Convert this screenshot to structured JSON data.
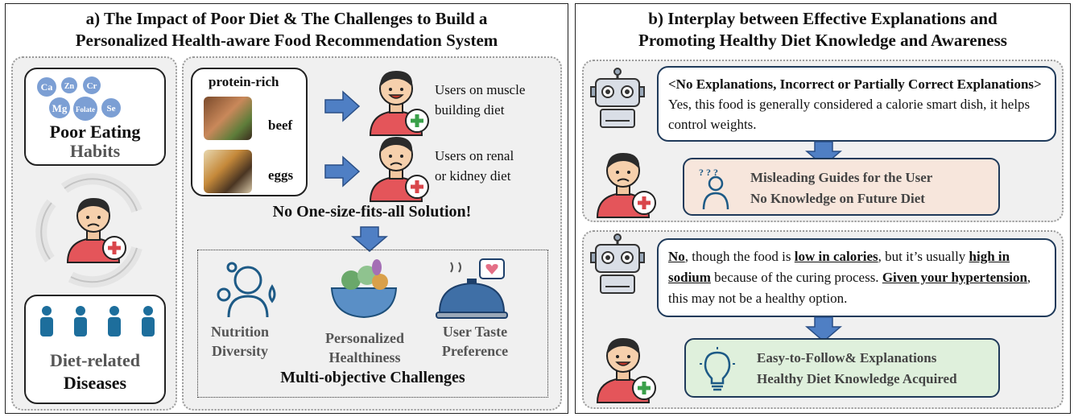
{
  "panel_a": {
    "title_line1": "a) The Impact of Poor Diet & The Challenges to Build a",
    "title_line2": "Personalized Health-aware Food Recommendation System",
    "nutrients": [
      "Ca",
      "Zn",
      "Cr",
      "Mg",
      "Folate",
      "Se"
    ],
    "poor_eating_line1": "Poor Eating",
    "poor_eating_line2": "Habits",
    "disease_line1": "Diet-related",
    "disease_line2": "Diseases",
    "food_header": "protein-rich",
    "food_item1": "beef",
    "food_item2": "eggs",
    "user1_line1": "Users on muscle",
    "user1_line2": "building diet",
    "user2_line1": "Users on renal",
    "user2_line2": "or kidney diet",
    "no_one_size": "No One-size-fits-all Solution!",
    "challenge1_line1": "Nutrition",
    "challenge1_line2": "Diversity",
    "challenge2_line1": "Personalized",
    "challenge2_line2": "Healthiness",
    "challenge3_line1": "User Taste",
    "challenge3_line2": "Preference",
    "multi_objective": "Multi-objective Challenges"
  },
  "panel_b": {
    "title_line1": "b) Interplay between Effective Explanations and",
    "title_line2": "Promoting Healthy Diet Knowledge and Awareness",
    "bubble1_bold": "<No Explanations, Incorrect or Partially Correct Explanations>",
    "bubble1_text": " Yes, this food is generally considered a calorie smart dish, it helps control weights.",
    "result1_line1": "Misleading Guides for the User",
    "result1_line2": "No Knowledge on Future Diet",
    "bubble2_no": "No",
    "bubble2_t1": ", though the food is ",
    "bubble2_low": "low in calories",
    "bubble2_t2": ", but it’s usually ",
    "bubble2_high": "high in sodium",
    "bubble2_t3": " because of the curing process. ",
    "bubble2_given": "Given your hypertension",
    "bubble2_t4": ", this may not be a healthy option.",
    "result2_line1": "Easy-to-Follow& Explanations",
    "result2_line2": "Healthy Diet Knowledge Acquired"
  },
  "colors": {
    "arrow_blue": "#4f7fc4",
    "misleading_bg": "#f7e6dc",
    "healthy_bg": "#dff0dc",
    "bubble_border": "#1f3a5a",
    "nutrient_blue": "#7c9fd4"
  }
}
